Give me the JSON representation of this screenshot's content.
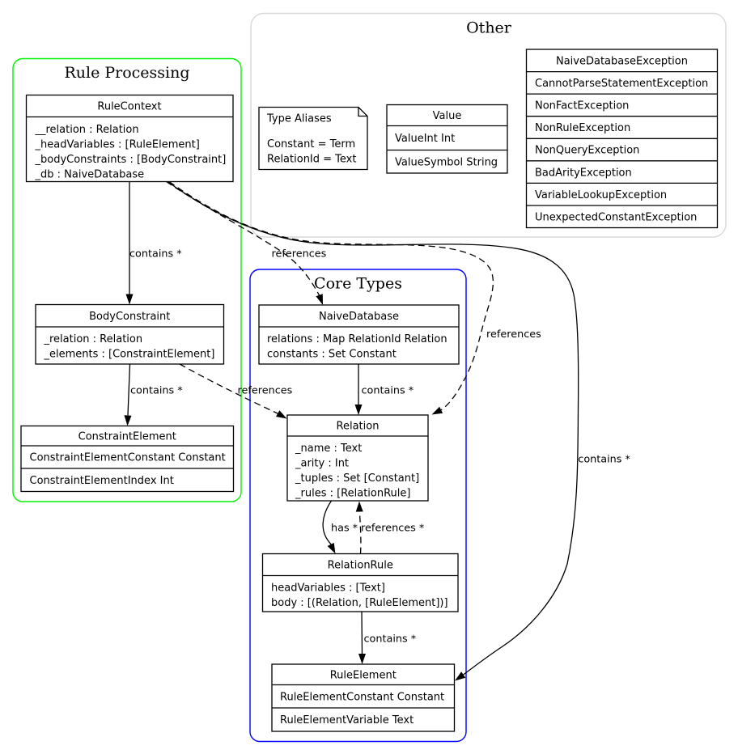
{
  "diagram": {
    "clusters": {
      "rule_processing": {
        "label": "Rule Processing"
      },
      "other": {
        "label": "Other"
      },
      "core_types": {
        "label": "Core Types"
      }
    },
    "colors": {
      "rule_processing_border": "#00f400",
      "core_types_border": "#0000ff",
      "other_border": "#d8d8d8",
      "node_border": "#000000",
      "background": "#ffffff"
    },
    "nodes": {
      "rulecontext": {
        "title": "RuleContext",
        "fields": [
          "__relation : Relation",
          "_headVariables : [RuleElement]",
          "_bodyConstraints : [BodyConstraint]",
          "_db : NaiveDatabase"
        ]
      },
      "bodyconstraint": {
        "title": "BodyConstraint",
        "fields": [
          "_relation : Relation",
          "_elements : [ConstraintElement]"
        ]
      },
      "constraintelement": {
        "title": "ConstraintElement",
        "rows": [
          "ConstraintElementConstant Constant",
          "ConstraintElementIndex Int"
        ]
      },
      "naivedatabase": {
        "title": "NaiveDatabase",
        "fields": [
          "relations : Map RelationId Relation",
          "constants : Set Constant"
        ]
      },
      "relation": {
        "title": "Relation",
        "fields": [
          "_name : Text",
          "_arity : Int",
          "_tuples : Set [Constant]",
          "_rules : [RelationRule]"
        ]
      },
      "relationrule": {
        "title": "RelationRule",
        "fields": [
          "headVariables : [Text]",
          "body : [(Relation, [RuleElement])]"
        ]
      },
      "ruleelement": {
        "title": "RuleElement",
        "rows": [
          "RuleElementConstant Constant",
          "RuleElementVariable Text"
        ]
      },
      "value": {
        "title": "Value",
        "rows": [
          "ValueInt Int",
          "ValueSymbol String"
        ]
      },
      "exceptions": {
        "title": "NaiveDatabaseException",
        "rows": [
          "CannotParseStatementException",
          "NonFactException",
          "NonRuleException",
          "NonQueryException",
          "BadArityException",
          "VariableLookupException",
          "UnexpectedConstantException"
        ]
      },
      "type_aliases_note": {
        "lines": [
          "Type Aliases",
          "Constant = Term",
          "RelationId = Text"
        ]
      }
    },
    "edges": {
      "rulecontext_bodyconstraint": "contains *",
      "bodyconstraint_constraintelement": "contains *",
      "naivedatabase_relation": "contains *",
      "relationrule_ruleelement": "contains *",
      "rulecontext_ruleelement": "contains *",
      "relation_relationrule": "has *",
      "relationrule_relation": "references *",
      "rulecontext_naivedatabase": "references",
      "rulecontext_relation": "references",
      "bodyconstraint_relation": "references"
    }
  }
}
